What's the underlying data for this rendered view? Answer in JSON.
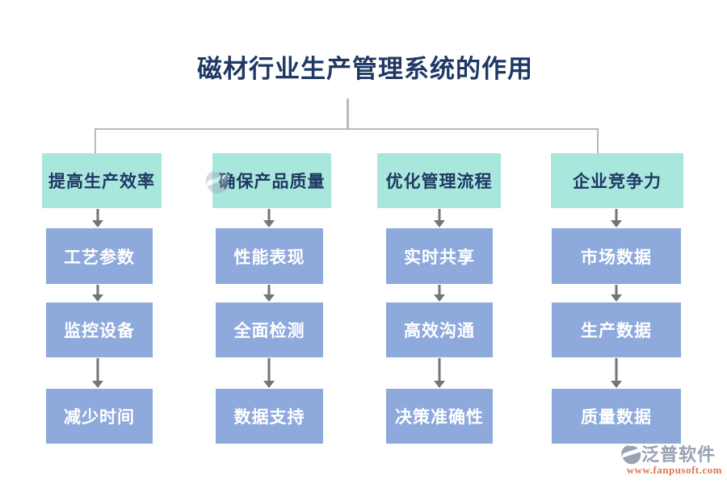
{
  "page": {
    "title": "磁材行业生产管理系统的作用"
  },
  "colors": {
    "title_text": "#1F3864",
    "header_box_bg": "#A8E7DC",
    "header_box_text": "#1F3864",
    "item_box_bg": "#8EA9DB",
    "item_box_text": "#FFFFFF",
    "connector_line": "#B9B9B9",
    "arrow": "#757575",
    "watermark_text": "#99A2B2",
    "watermark_url": "#E0744E",
    "logo_gray": "#9AA3B2"
  },
  "columns": [
    {
      "header": "提高生产效率",
      "items": [
        "工艺参数",
        "监控设备",
        "减少时间"
      ]
    },
    {
      "header": "确保产品质量",
      "items": [
        "性能表现",
        "全面检测",
        "数据支持"
      ]
    },
    {
      "header": "优化管理流程",
      "items": [
        "实时共享",
        "高效沟通",
        "决策准确性"
      ]
    },
    {
      "header": "企业竞争力",
      "items": [
        "市场数据",
        "生产数据",
        "质量数据"
      ]
    }
  ],
  "watermark": {
    "brand": "泛普软件",
    "url": "www.fanpusoft.com"
  }
}
